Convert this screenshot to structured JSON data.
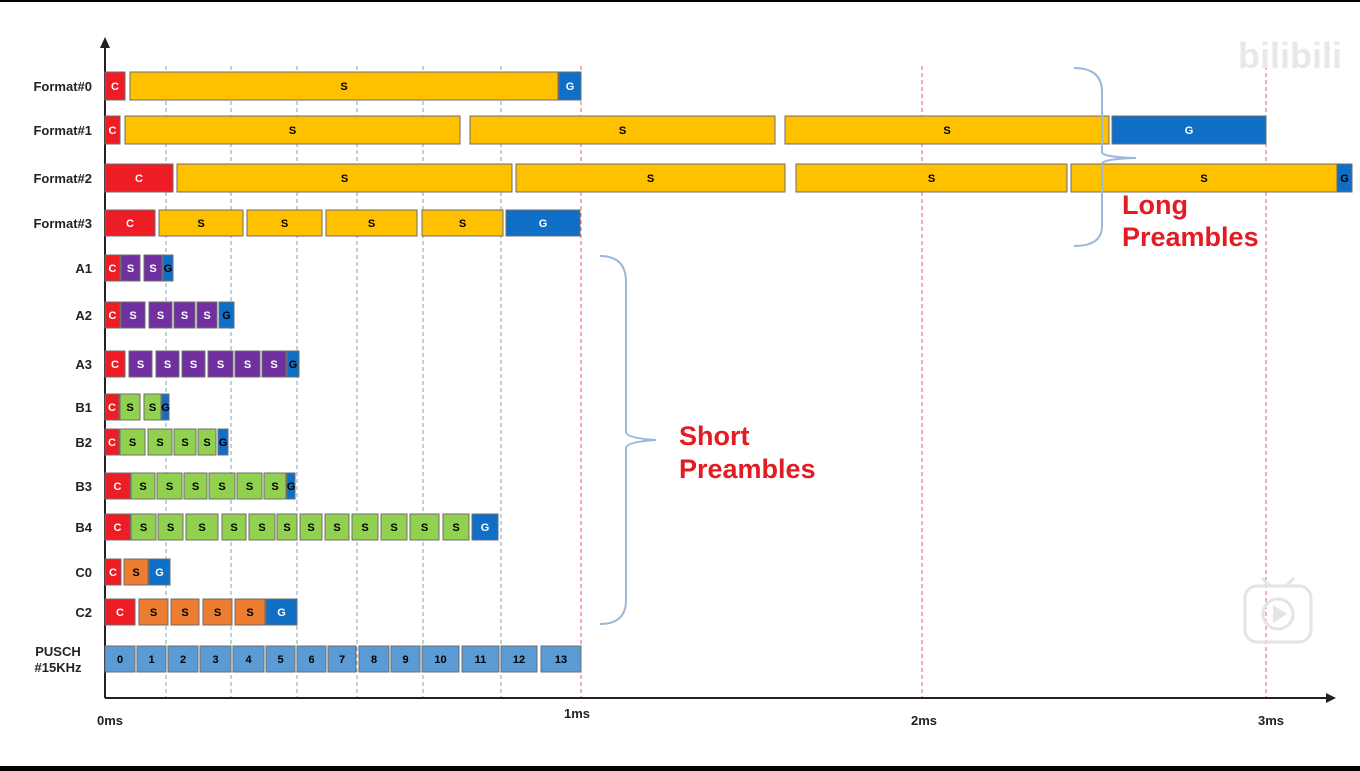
{
  "diagram": {
    "axis_ticks": [
      "0ms",
      "1ms",
      "2ms",
      "3ms"
    ],
    "rows": [
      {
        "label": "Format#0",
        "segments": [
          {
            "t": "C",
            "c": "red"
          },
          {
            "t": "S",
            "c": "yellow"
          },
          {
            "t": "G",
            "c": "blue"
          }
        ]
      },
      {
        "label": "Format#1",
        "segments": [
          {
            "t": "C",
            "c": "red"
          },
          {
            "t": "S",
            "c": "yellow"
          },
          {
            "t": "S",
            "c": "yellow"
          },
          {
            "t": "S",
            "c": "yellow"
          },
          {
            "t": "G",
            "c": "blue"
          }
        ]
      },
      {
        "label": "Format#2",
        "segments": [
          {
            "t": "C",
            "c": "red"
          },
          {
            "t": "S",
            "c": "yellow"
          },
          {
            "t": "S",
            "c": "yellow"
          },
          {
            "t": "S",
            "c": "yellow"
          },
          {
            "t": "S",
            "c": "yellow"
          },
          {
            "t": "G",
            "c": "blue"
          }
        ]
      },
      {
        "label": "Format#3",
        "segments": [
          {
            "t": "C",
            "c": "red"
          },
          {
            "t": "S",
            "c": "yellow"
          },
          {
            "t": "S",
            "c": "yellow"
          },
          {
            "t": "S",
            "c": "yellow"
          },
          {
            "t": "S",
            "c": "yellow"
          },
          {
            "t": "G",
            "c": "blue"
          }
        ]
      },
      {
        "label": "A1",
        "segments": [
          {
            "t": "C",
            "c": "red"
          },
          {
            "t": "S",
            "c": "purple"
          },
          {
            "t": "S",
            "c": "purple"
          },
          {
            "t": "G",
            "c": "blue"
          }
        ]
      },
      {
        "label": "A2",
        "segments": [
          {
            "t": "C",
            "c": "red"
          },
          {
            "t": "S",
            "c": "purple"
          },
          {
            "t": "S",
            "c": "purple"
          },
          {
            "t": "S",
            "c": "purple"
          },
          {
            "t": "S",
            "c": "purple"
          },
          {
            "t": "G",
            "c": "blue"
          }
        ]
      },
      {
        "label": "A3",
        "segments": [
          {
            "t": "C",
            "c": "red"
          },
          {
            "t": "S",
            "c": "purple"
          },
          {
            "t": "S",
            "c": "purple"
          },
          {
            "t": "S",
            "c": "purple"
          },
          {
            "t": "S",
            "c": "purple"
          },
          {
            "t": "S",
            "c": "purple"
          },
          {
            "t": "S",
            "c": "purple"
          },
          {
            "t": "G",
            "c": "blue"
          }
        ]
      },
      {
        "label": "B1",
        "segments": [
          {
            "t": "C",
            "c": "red"
          },
          {
            "t": "S",
            "c": "green"
          },
          {
            "t": "S",
            "c": "green"
          },
          {
            "t": "G",
            "c": "blue"
          }
        ]
      },
      {
        "label": "B2",
        "segments": [
          {
            "t": "C",
            "c": "red"
          },
          {
            "t": "S",
            "c": "green"
          },
          {
            "t": "S",
            "c": "green"
          },
          {
            "t": "S",
            "c": "green"
          },
          {
            "t": "S",
            "c": "green"
          },
          {
            "t": "G",
            "c": "blue"
          }
        ]
      },
      {
        "label": "B3",
        "segments": [
          {
            "t": "C",
            "c": "red"
          },
          {
            "t": "S",
            "c": "green"
          },
          {
            "t": "S",
            "c": "green"
          },
          {
            "t": "S",
            "c": "green"
          },
          {
            "t": "S",
            "c": "green"
          },
          {
            "t": "S",
            "c": "green"
          },
          {
            "t": "S",
            "c": "green"
          },
          {
            "t": "G",
            "c": "blue"
          }
        ]
      },
      {
        "label": "B4",
        "segments": [
          {
            "t": "C",
            "c": "red"
          },
          {
            "t": "S",
            "c": "green"
          },
          {
            "t": "S",
            "c": "green"
          },
          {
            "t": "S",
            "c": "green"
          },
          {
            "t": "S",
            "c": "green"
          },
          {
            "t": "S",
            "c": "green"
          },
          {
            "t": "S",
            "c": "green"
          },
          {
            "t": "S",
            "c": "green"
          },
          {
            "t": "S",
            "c": "green"
          },
          {
            "t": "S",
            "c": "green"
          },
          {
            "t": "S",
            "c": "green"
          },
          {
            "t": "S",
            "c": "green"
          },
          {
            "t": "S",
            "c": "green"
          },
          {
            "t": "G",
            "c": "blue"
          }
        ]
      },
      {
        "label": "C0",
        "segments": [
          {
            "t": "C",
            "c": "red"
          },
          {
            "t": "S",
            "c": "orange"
          },
          {
            "t": "G",
            "c": "blue"
          }
        ]
      },
      {
        "label": "C2",
        "segments": [
          {
            "t": "C",
            "c": "red"
          },
          {
            "t": "S",
            "c": "orange"
          },
          {
            "t": "S",
            "c": "orange"
          },
          {
            "t": "S",
            "c": "orange"
          },
          {
            "t": "S",
            "c": "orange"
          },
          {
            "t": "G",
            "c": "blue"
          }
        ]
      },
      {
        "label": "PUSCH #15KHz",
        "segments": [
          {
            "t": "0",
            "c": "lightblue"
          },
          {
            "t": "1",
            "c": "lightblue"
          },
          {
            "t": "2",
            "c": "lightblue"
          },
          {
            "t": "3",
            "c": "lightblue"
          },
          {
            "t": "4",
            "c": "lightblue"
          },
          {
            "t": "5",
            "c": "lightblue"
          },
          {
            "t": "6",
            "c": "lightblue"
          },
          {
            "t": "7",
            "c": "lightblue"
          },
          {
            "t": "8",
            "c": "lightblue"
          },
          {
            "t": "9",
            "c": "lightblue"
          },
          {
            "t": "10",
            "c": "lightblue"
          },
          {
            "t": "11",
            "c": "lightblue"
          },
          {
            "t": "12",
            "c": "lightblue"
          },
          {
            "t": "13",
            "c": "lightblue"
          }
        ]
      }
    ],
    "annotations": {
      "long_line1": "Long",
      "long_line2": "Preambles",
      "short_line1": "Short",
      "short_line2": "Preambles"
    },
    "watermark": "bilibili",
    "colors": {
      "red": "#ee1c24",
      "yellow": "#ffc000",
      "blue": "#0f6fc6",
      "purple": "#7030a0",
      "green": "#92d050",
      "orange": "#ed7d31",
      "lightblue": "#5b9bd5",
      "annotation": "#e31b23",
      "bracket": "#9cb8d8"
    }
  }
}
